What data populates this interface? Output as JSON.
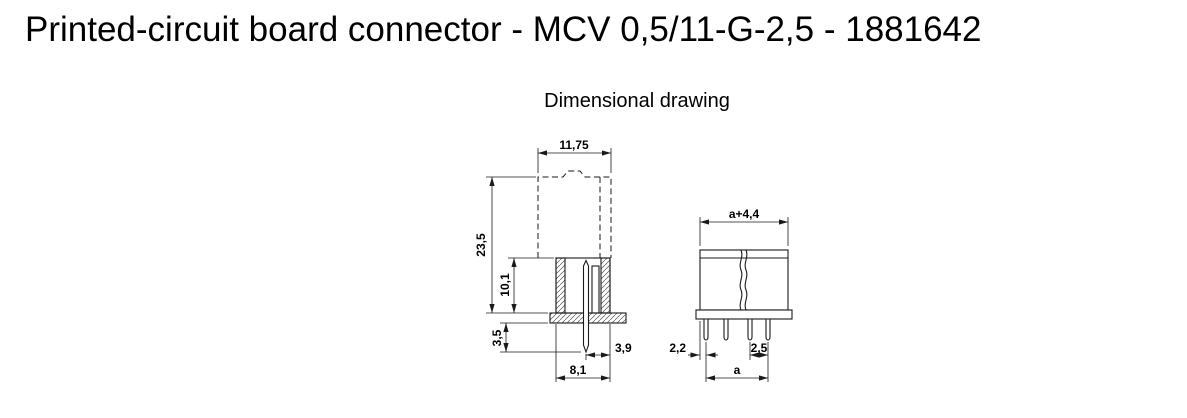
{
  "page": {
    "title": "Printed-circuit board connector - MCV 0,5/11-G-2,5 - 1881642",
    "drawing_caption": "Dimensional drawing"
  },
  "colors": {
    "ink": "#1a1a1a",
    "background": "#ffffff"
  },
  "drawing": {
    "side_view": {
      "dim_top_width": "11,75",
      "dim_total_height": "23,5",
      "dim_body_height": "10,1",
      "dim_pin_length": "3,5",
      "dim_pin_to_edge": "3,9",
      "dim_body_width": "8,1"
    },
    "front_view": {
      "dim_overall_width": "a+4,4",
      "dim_edge_to_pin": "2,2",
      "dim_pitch": "2,5",
      "dim_pin_span": "a"
    }
  }
}
